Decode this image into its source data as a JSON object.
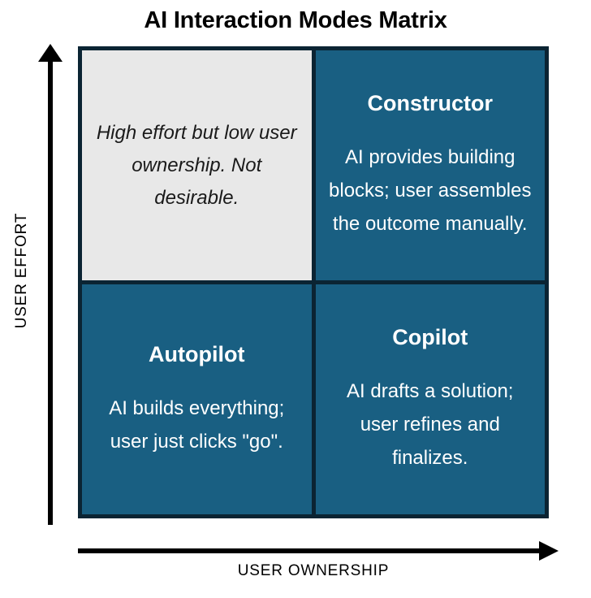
{
  "chart_data": {
    "type": "table",
    "title": "AI Interaction Modes Matrix",
    "xlabel": "USER OWNERSHIP",
    "ylabel": "USER EFFORT",
    "grid": false,
    "legend": "none",
    "x_axis_direction": "increasing right",
    "y_axis_direction": "increasing up",
    "colors": {
      "quadrant_fill": "#195f82",
      "quadrant_empty_fill": "#e8e8e8",
      "border": "#0b2433",
      "text_on_fill": "#ffffff",
      "text_on_empty": "#1a1a1a",
      "axis": "#000000"
    },
    "quadrants": [
      {
        "position": "top-left",
        "x_level": "low",
        "y_level": "high",
        "title": "",
        "body": "High effort but low user ownership. Not desirable.",
        "style": "empty"
      },
      {
        "position": "top-right",
        "x_level": "high",
        "y_level": "high",
        "title": "Constructor",
        "body": "AI provides building blocks; user assembles the outcome manually.",
        "style": "filled"
      },
      {
        "position": "bottom-left",
        "x_level": "low",
        "y_level": "low",
        "title": "Autopilot",
        "body": "AI builds everything; user just clicks \"go\".",
        "style": "filled"
      },
      {
        "position": "bottom-right",
        "x_level": "high",
        "y_level": "low",
        "title": "Copilot",
        "body": "AI drafts a solution; user refines and finalizes.",
        "style": "filled"
      }
    ]
  },
  "title": "AI Interaction Modes Matrix",
  "axes": {
    "y_label": "USER EFFORT",
    "x_label": "USER OWNERSHIP"
  },
  "quadrants": {
    "top_left": {
      "title": "",
      "body": "High effort but low user ownership. Not desirable."
    },
    "top_right": {
      "title": "Constructor",
      "body": "AI provides building blocks; user assembles the outcome manually."
    },
    "bottom_left": {
      "title": "Autopilot",
      "body": "AI builds everything; user just clicks \"go\"."
    },
    "bottom_right": {
      "title": "Copilot",
      "body": "AI drafts a solution; user refines and finalizes."
    }
  }
}
